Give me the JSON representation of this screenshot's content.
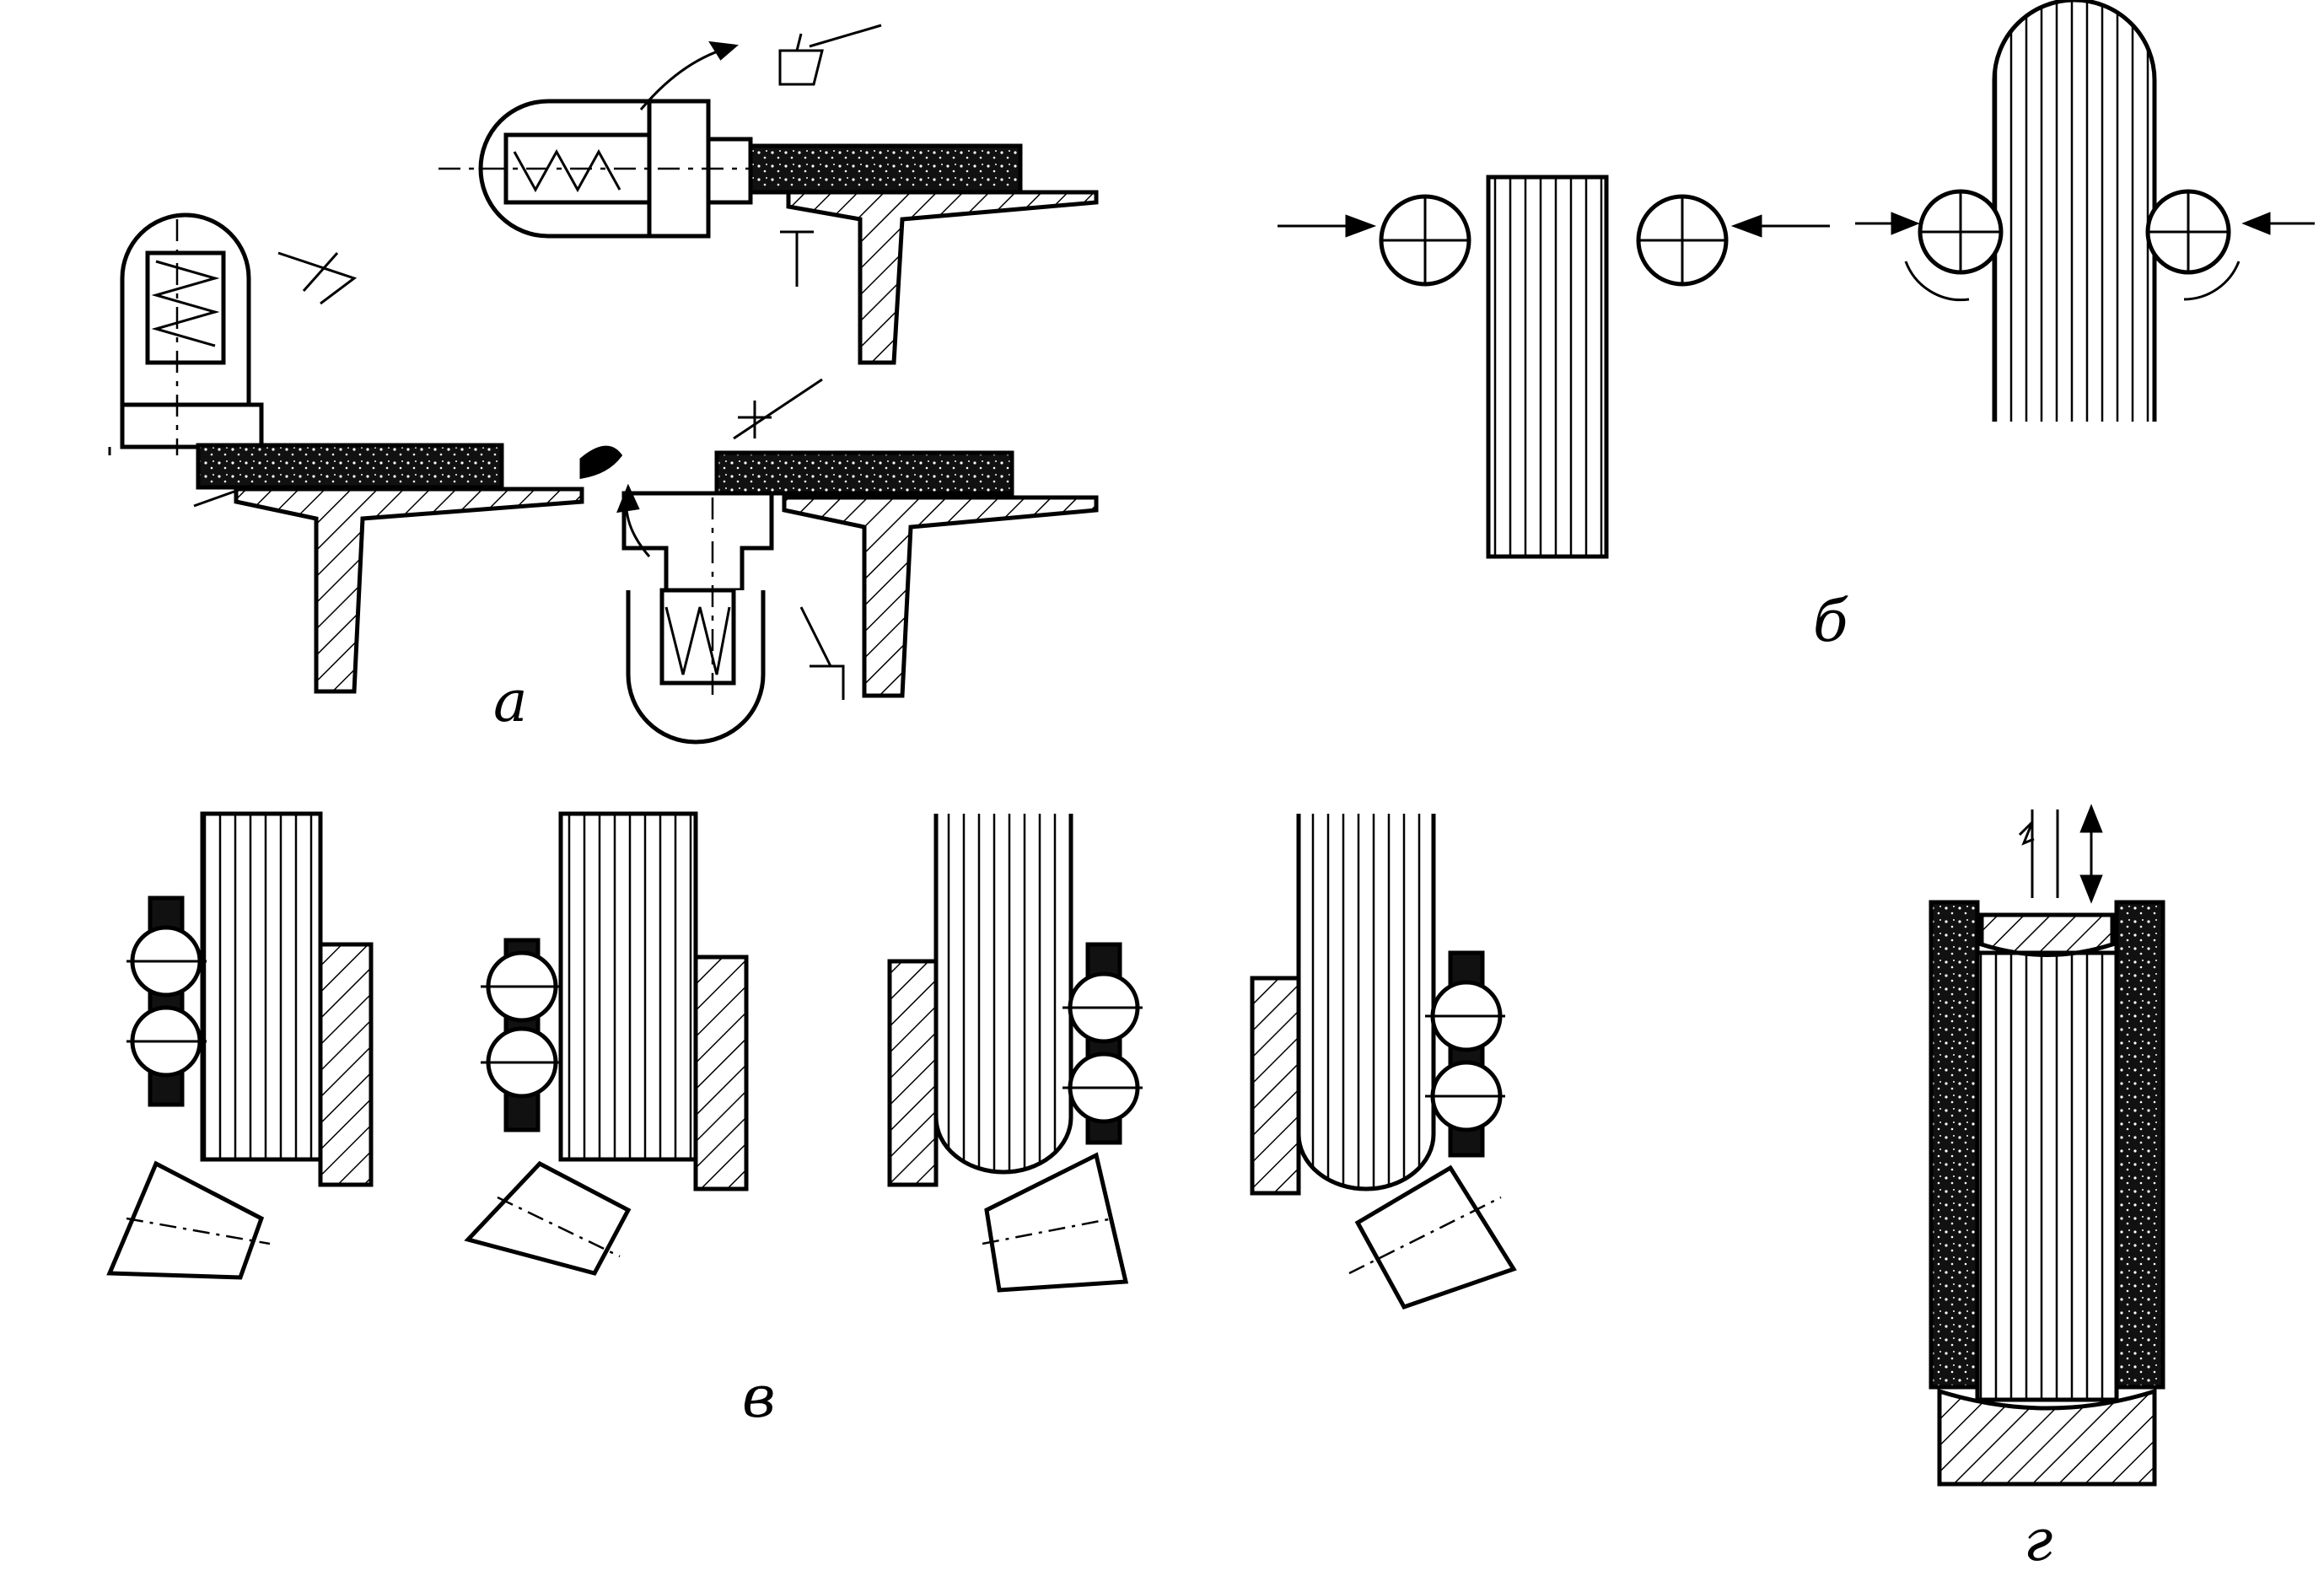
{
  "figure": {
    "labels": {
      "a": "а",
      "b": "б",
      "v": "в",
      "g": "г"
    },
    "colors": {
      "ink": "#000000",
      "paper": "#ffffff"
    },
    "panels": [
      {
        "id": "a",
        "description_icon": "clamp-and-sleeve-parts-icon"
      },
      {
        "id": "b",
        "description_icon": "roller-pair-icon"
      },
      {
        "id": "v",
        "description_icon": "bearing-stages-icon"
      },
      {
        "id": "g",
        "description_icon": "sleeve-in-die-icon"
      }
    ]
  }
}
